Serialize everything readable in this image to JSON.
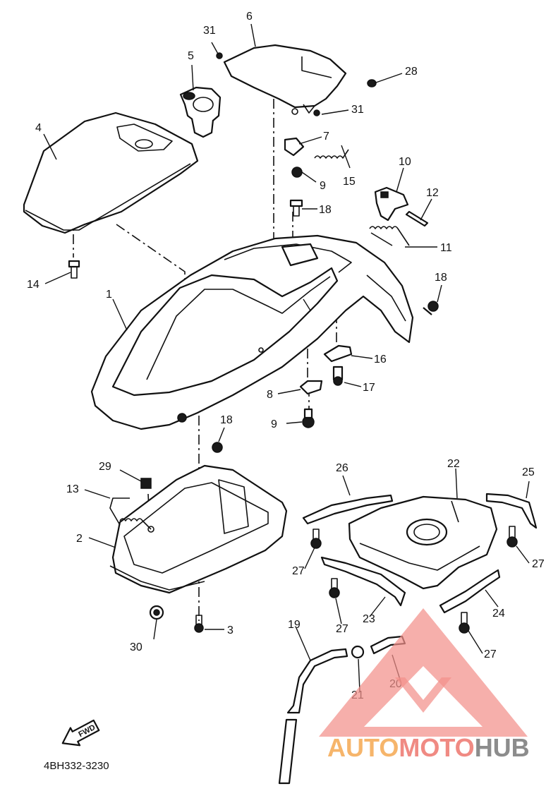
{
  "diagram": {
    "catalog_code": "4BH332-3230",
    "fwd_label": "FWD",
    "callouts": [
      "1",
      "2",
      "3",
      "4",
      "5",
      "6",
      "7",
      "8",
      "9",
      "9",
      "10",
      "11",
      "12",
      "13",
      "14",
      "15",
      "16",
      "17",
      "18",
      "18",
      "18",
      "19",
      "20",
      "21",
      "22",
      "23",
      "24",
      "25",
      "26",
      "27",
      "27",
      "27",
      "27",
      "28",
      "29",
      "30",
      "31",
      "31"
    ]
  },
  "watermark": {
    "part1": "AUTO",
    "part2": "MOTO",
    "part3": "HUB",
    "colors": {
      "auto": "#f6b56b",
      "moto": "#f08a83",
      "hub": "#8c8c8c",
      "triangle": "#f2908a"
    }
  }
}
